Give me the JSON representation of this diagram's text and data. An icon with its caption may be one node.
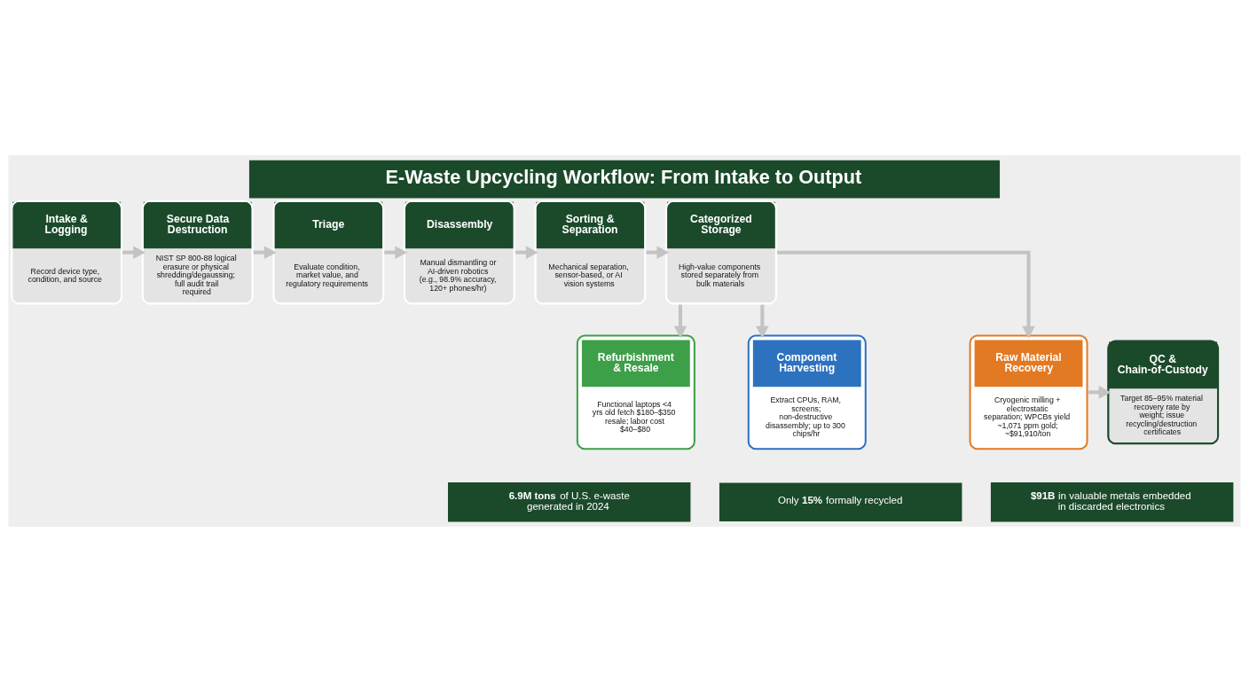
{
  "diagram": {
    "title": "E-Waste Upcycling Workflow: From Intake to Output",
    "nodes": [
      {
        "text": [
          "Intake & Logging",
          "Record device type, condition, and source"
        ]
      },
      {
        "text": [
          "Secure Data Destruction",
          "NIST SP 800-88 logical erasure or physical shredding/degaussing; full audit trail required"
        ]
      },
      {
        "text": [
          "Triage",
          "Evaluate condition, market value, and regulatory requirements"
        ]
      },
      {
        "text": [
          "Disassembly",
          "Manual dismantling or AI-driven robotics (e.g., 98.9% accuracy, 120+ phones/hr)"
        ]
      },
      {
        "text": [
          "Sorting & Separation",
          "Mechanical separation, sensor-based, or AI vision systems"
        ]
      },
      {
        "text": [
          "Categorized Storage",
          "High-value components stored separately from bulk materials"
        ]
      },
      {
        "text": [
          "Refurbishment & Resale",
          "Functional laptops <4 yrs old fetch $180–$350 resale; labor cost $40–$80"
        ]
      },
      {
        "text": [
          "Component Harvesting",
          "Extract CPUs, RAM, screens; non-destructive disassembly; up to 300 chips/hr"
        ]
      },
      {
        "text": [
          "Raw Material Recovery",
          "Cryogenic milling + electrostatic separation; WPCBs yield ~1,071 ppm gold; ~$91,910/ton"
        ]
      },
      {
        "text": [
          "QC & Chain-of-Custody",
          "Target 85–95% material recovery rate by weight; issue recycling/destruction certificates"
        ]
      }
    ],
    "edges": [
      {
        "from": 0,
        "to": 1,
        "arrow": "to"
      },
      {
        "from": 1,
        "to": 2,
        "arrow": "to"
      },
      {
        "from": 2,
        "to": 3,
        "arrow": "to"
      },
      {
        "from": 3,
        "to": 4,
        "arrow": "to"
      },
      {
        "from": 4,
        "to": 5,
        "arrow": "to"
      },
      {
        "from": 5,
        "to": 6,
        "arrow": "to"
      },
      {
        "from": 5,
        "to": 7,
        "arrow": "to"
      },
      {
        "from": 5,
        "to": 8,
        "arrow": "to"
      },
      {
        "from": 8,
        "to": 9,
        "arrow": "to"
      }
    ],
    "labels": [
      "**6.9M tons** of U.S. e-waste generated in 2024",
      "Only **15%** formally recycled",
      "**$91B** in valuable metals embedded in discarded electronics"
    ]
  }
}
